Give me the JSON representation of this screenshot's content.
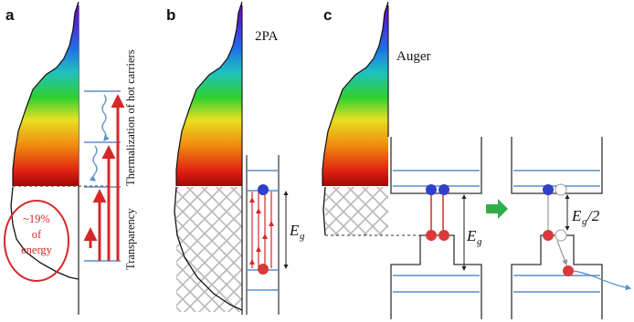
{
  "panels": {
    "a": {
      "letter": "a",
      "circle_text": [
        "~19%",
        "of",
        "energy"
      ],
      "thermalization_label": "Thermalization of hot carriers",
      "transparency_label": "Transparency"
    },
    "b": {
      "letter": "b",
      "title": "2PA",
      "gap_label_base": "E",
      "gap_label_sub": "g"
    },
    "c": {
      "letter": "c",
      "title": "Auger",
      "gap_label_base": "E",
      "gap_label_sub": "g",
      "half_gap_label": "/2"
    }
  },
  "colors": {
    "red": "#d62828",
    "blue_line": "#5b8fc9",
    "green_arrow": "#2fae4a",
    "electron": "#3040c8",
    "hole": "#d83a3a"
  },
  "icons": [
    "solar-spectrum",
    "band-diagram",
    "electron-dot",
    "hole-dot",
    "transfer-arrow"
  ]
}
